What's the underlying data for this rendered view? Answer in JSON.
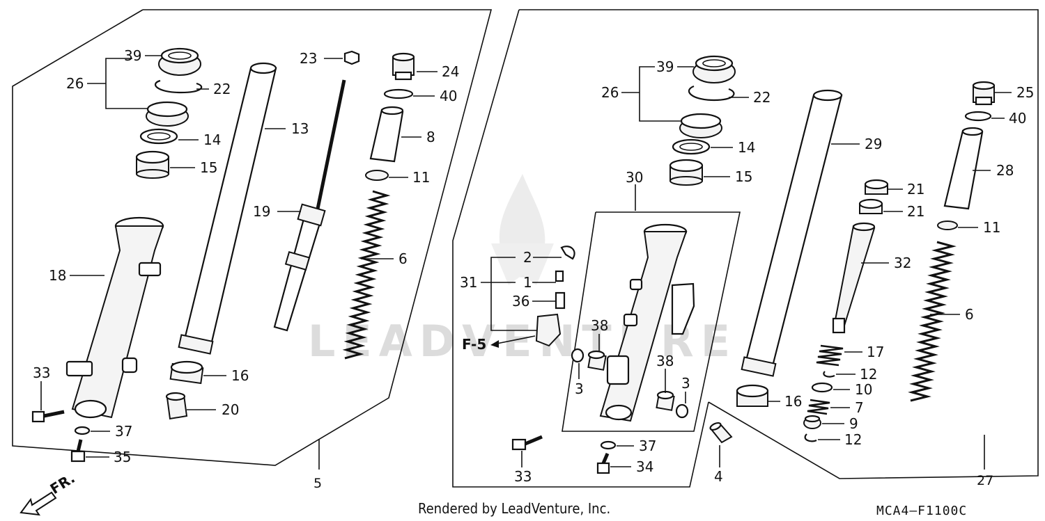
{
  "watermark": "LEADVENTURE",
  "footer": {
    "credit": "Rendered by LeadVenture, Inc.",
    "code": "MCA4—F1100C"
  },
  "front_arrow": {
    "label": "FR."
  },
  "frame_ref": {
    "label": "F-5"
  },
  "left_group": {
    "assembly": "5",
    "labels": {
      "p39": "39",
      "p26": "26",
      "p22": "22",
      "p14": "14",
      "p15": "15",
      "p23": "23",
      "p13": "13",
      "p19": "19",
      "p24": "24",
      "p40": "40",
      "p8": "8",
      "p11": "11",
      "p6": "6",
      "p18": "18",
      "p33": "33",
      "p16": "16",
      "p20": "20",
      "p37": "37",
      "p35": "35"
    }
  },
  "middle_group": {
    "assembly": "30",
    "labels": {
      "p2": "2",
      "p31": "31",
      "p1": "1",
      "p36": "36",
      "p38a": "38",
      "p38b": "38",
      "p3a": "3",
      "p3b": "3",
      "p33": "33",
      "p37": "37",
      "p34": "34",
      "p4": "4"
    }
  },
  "right_group": {
    "assembly": "27",
    "labels": {
      "p39": "39",
      "p26": "26",
      "p22": "22",
      "p14": "14",
      "p15": "15",
      "p29": "29",
      "p25": "25",
      "p40": "40",
      "p28": "28",
      "p21a": "21",
      "p21b": "21",
      "p11": "11",
      "p32": "32",
      "p6": "6",
      "p17": "17",
      "p12a": "12",
      "p10": "10",
      "p7": "7",
      "p9": "9",
      "p12b": "12"
    }
  }
}
